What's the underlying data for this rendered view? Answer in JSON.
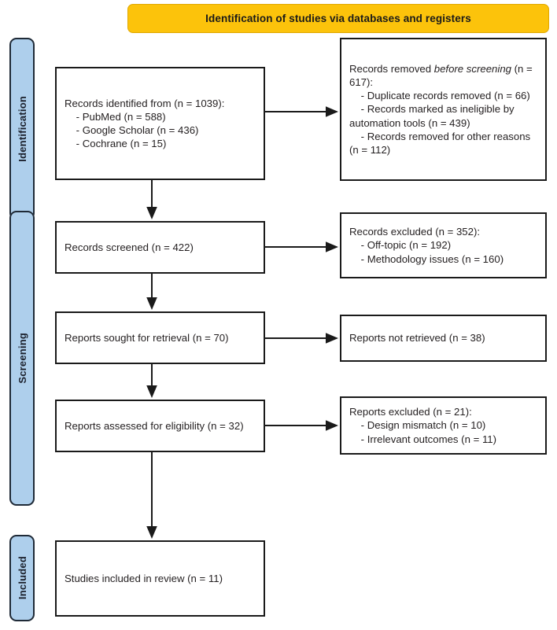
{
  "header": {
    "banner_label": "Identification of studies via databases and registers"
  },
  "stages": [
    {
      "id": "identification",
      "label": "Identification"
    },
    {
      "id": "screening",
      "label": "Screening"
    },
    {
      "id": "included",
      "label": "Included"
    }
  ],
  "boxes": {
    "identified": {
      "name": "records-identified-box",
      "text": "Records identified from (n = 1039):\n    - PubMed (n = 588)\n    - Google Scholar (n = 436)\n    - Cochrane (n = 15)"
    },
    "removed": {
      "name": "records-removed-before-screening-box",
      "text_before_italic": "Records removed ",
      "text_italic": "before screening",
      "text_after_italic": " (n = 617):\n    - Duplicate records removed (n = 66)\n    - Records marked as ineligible by automation tools (n = 439)\n    - Records removed for other reasons (n = 112)"
    },
    "screened": {
      "name": "records-screened-box",
      "text": "Records screened (n = 422)"
    },
    "excluded_records": {
      "name": "records-excluded-box",
      "text": "Records excluded (n = 352):\n    - Off-topic (n = 192)\n    - Methodology issues (n = 160)"
    },
    "sought": {
      "name": "reports-sought-for-retrieval-box",
      "text": "Reports sought for retrieval (n = 70)"
    },
    "not_retrieved": {
      "name": "reports-not-retrieved-box",
      "text": "Reports not retrieved (n = 38)"
    },
    "assessed": {
      "name": "reports-assessed-for-eligibility-box",
      "text": "Reports assessed for eligibility (n = 32)"
    },
    "excluded_reports": {
      "name": "reports-excluded-box",
      "text": "Reports excluded (n = 21):\n    - Design mismatch (n = 10)\n    - Irrelevant outcomes (n = 11)"
    },
    "included": {
      "name": "studies-included-in-review-box",
      "text": "Studies included in review (n = 11)"
    }
  },
  "counts": {
    "identified_total": 1039,
    "pubmed": 588,
    "google_scholar": 436,
    "cochrane": 15,
    "removed_before_screening": 617,
    "duplicates_removed": 66,
    "ineligible_automation": 439,
    "removed_other_reasons": 112,
    "records_screened": 422,
    "records_excluded": 352,
    "off_topic": 192,
    "methodology_issues": 160,
    "reports_sought": 70,
    "reports_not_retrieved": 38,
    "reports_assessed": 32,
    "reports_excluded": 21,
    "design_mismatch": 10,
    "irrelevant_outcomes": 11,
    "studies_included": 11
  },
  "colors": {
    "banner_fill": "#fcc30b",
    "banner_stroke": "#e0a800",
    "stage_fill": "#aecfec",
    "stage_stroke": "#1f2a37",
    "box_stroke": "#1a1a1a",
    "box_fill": "#ffffff",
    "text": "#231f20",
    "connector": "#1a1a1a"
  }
}
